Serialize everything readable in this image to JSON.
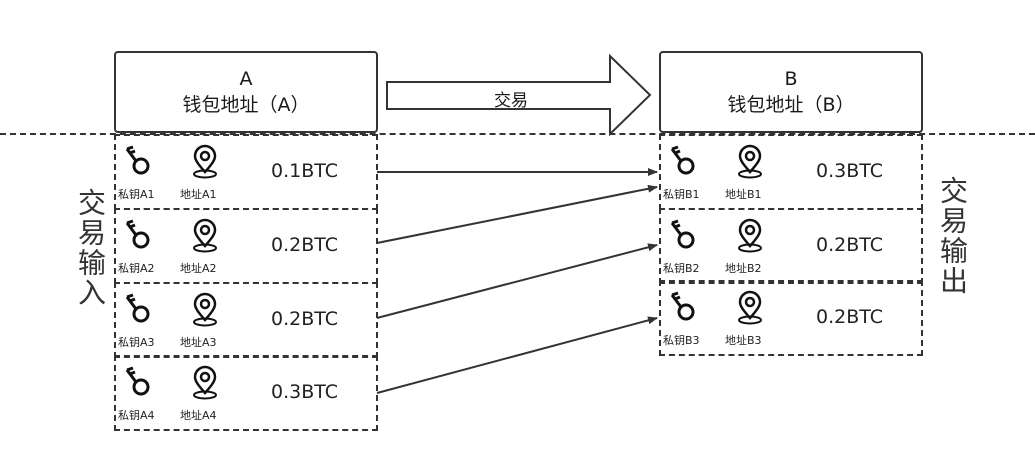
{
  "wallet_a": {
    "letter": "A",
    "title": "钱包地址（A）"
  },
  "wallet_b": {
    "letter": "B",
    "title": "钱包地址（B）"
  },
  "transaction_label": "交易",
  "input_label": "交易输入",
  "output_label": "交易输出",
  "inputs": [
    {
      "key_label": "私钥A1",
      "addr_label": "地址A1",
      "amount": "0.1BTC"
    },
    {
      "key_label": "私钥A2",
      "addr_label": "地址A2",
      "amount": "0.2BTC"
    },
    {
      "key_label": "私钥A3",
      "addr_label": "地址A3",
      "amount": "0.2BTC"
    },
    {
      "key_label": "私钥A4",
      "addr_label": "地址A4",
      "amount": "0.3BTC"
    }
  ],
  "outputs": [
    {
      "key_label": "私钥B1",
      "addr_label": "地址B1",
      "amount": "0.3BTC"
    },
    {
      "key_label": "私钥B2",
      "addr_label": "地址B2",
      "amount": "0.2BTC"
    },
    {
      "key_label": "私钥B3",
      "addr_label": "地址B3",
      "amount": "0.2BTC"
    }
  ],
  "icons": {
    "key": "key-icon",
    "address": "location-pin-icon"
  }
}
